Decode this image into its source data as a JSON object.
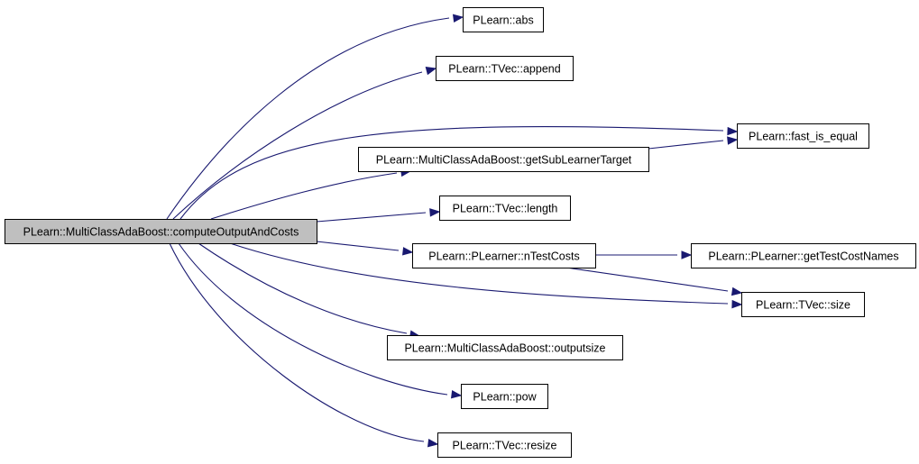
{
  "graph": {
    "nodes": [
      {
        "id": "root",
        "label": "PLearn::MultiClassAdaBoost::computeOutputAndCosts",
        "root": true
      },
      {
        "id": "abs",
        "label": "PLearn::abs"
      },
      {
        "id": "append",
        "label": "PLearn::TVec::append"
      },
      {
        "id": "fast",
        "label": "PLearn::fast_is_equal"
      },
      {
        "id": "getsub",
        "label": "PLearn::MultiClassAdaBoost::getSubLearnerTarget"
      },
      {
        "id": "length",
        "label": "PLearn::TVec::length"
      },
      {
        "id": "ntest",
        "label": "PLearn::PLearner::nTestCosts"
      },
      {
        "id": "gettcn",
        "label": "PLearn::PLearner::getTestCostNames"
      },
      {
        "id": "size",
        "label": "PLearn::TVec::size"
      },
      {
        "id": "outputsize",
        "label": "PLearn::MultiClassAdaBoost::outputsize"
      },
      {
        "id": "pow",
        "label": "PLearn::pow"
      },
      {
        "id": "resize",
        "label": "PLearn::TVec::resize"
      }
    ],
    "edges": [
      {
        "from": "root",
        "to": "abs"
      },
      {
        "from": "root",
        "to": "append"
      },
      {
        "from": "root",
        "to": "fast"
      },
      {
        "from": "root",
        "to": "getsub"
      },
      {
        "from": "root",
        "to": "length"
      },
      {
        "from": "root",
        "to": "ntest"
      },
      {
        "from": "root",
        "to": "size"
      },
      {
        "from": "root",
        "to": "outputsize"
      },
      {
        "from": "root",
        "to": "pow"
      },
      {
        "from": "root",
        "to": "resize"
      },
      {
        "from": "getsub",
        "to": "fast"
      },
      {
        "from": "ntest",
        "to": "gettcn"
      },
      {
        "from": "ntest",
        "to": "size"
      }
    ],
    "colors": {
      "edge": "#191970",
      "root_fill": "#bfbfbf",
      "node_fill": "#ffffff",
      "node_border": "#000000"
    }
  }
}
